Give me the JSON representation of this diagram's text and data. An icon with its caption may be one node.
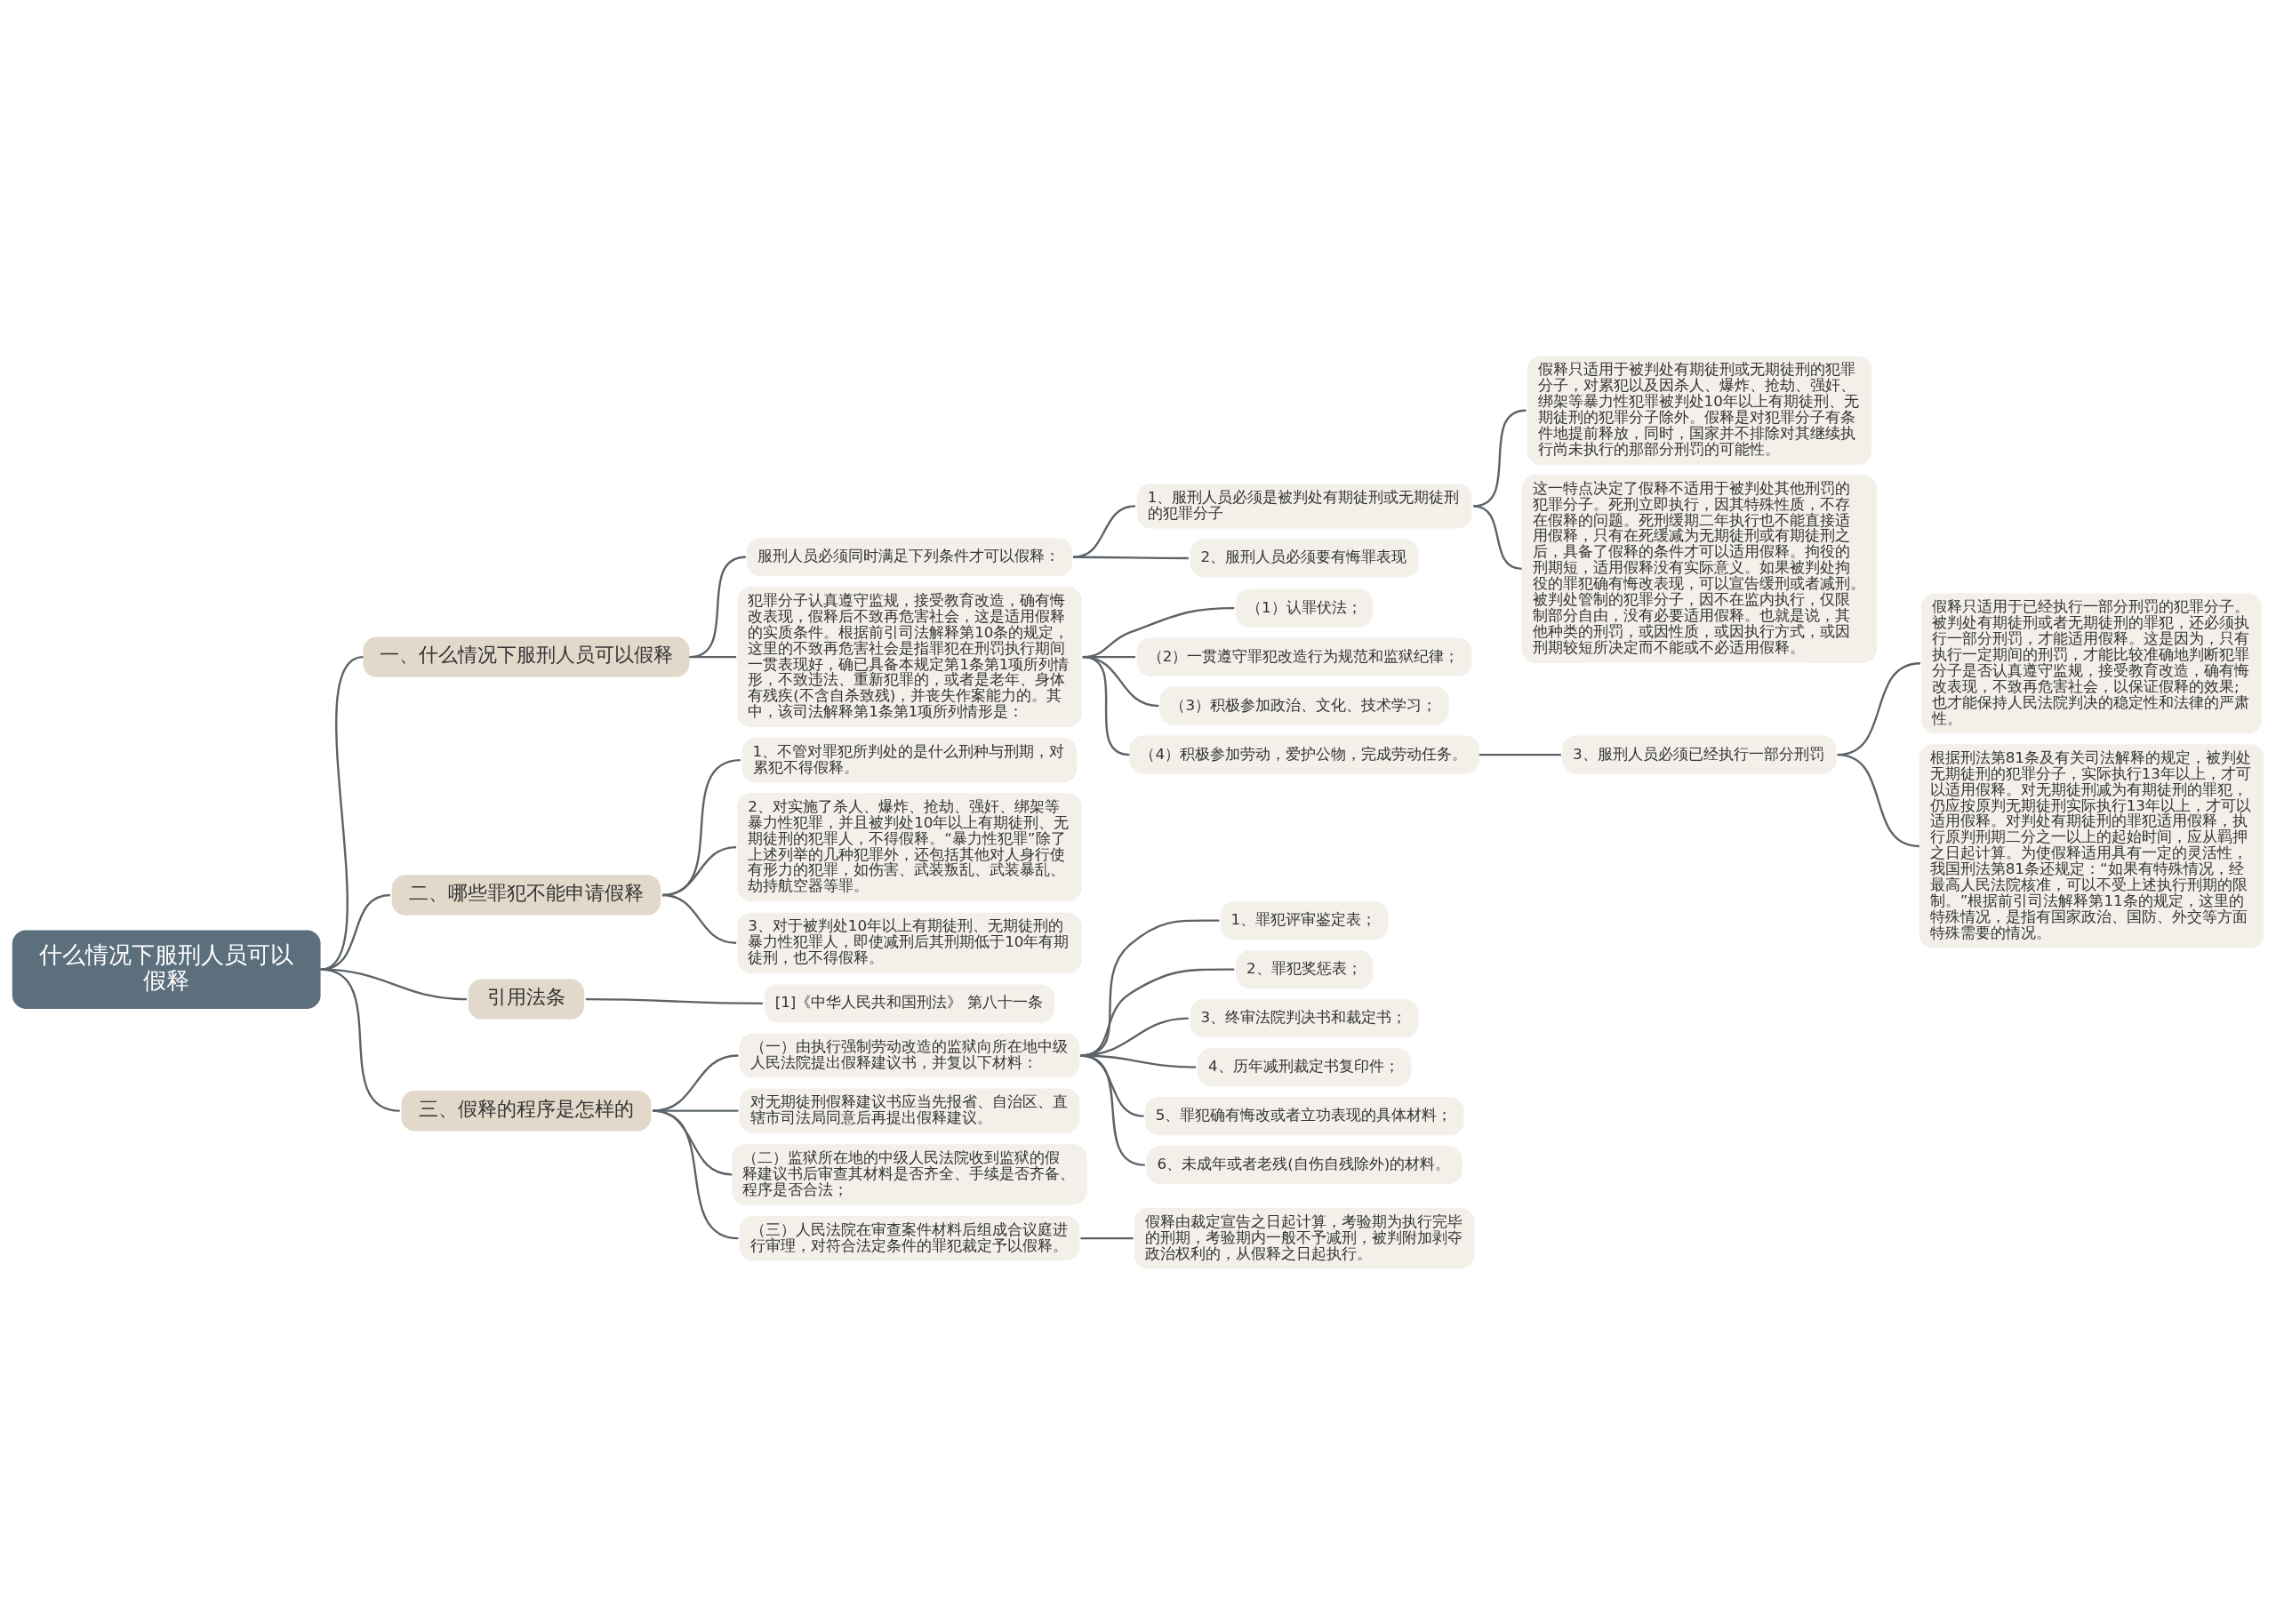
{
  "diagram": {
    "nodes": [
      {
        "text": [
          "什么情况下服刑人员可以假释"
        ]
      },
      {
        "text": [
          "一、什么情况下服刑人员可以假释"
        ]
      },
      {
        "text": [
          "服刑人员必须同时满足下列条件才可以假释："
        ]
      },
      {
        "text": [
          "1、服刑人员必须是被判处有期徒刑或无期徒刑的犯罪分子"
        ]
      },
      {
        "text": [
          "假释只适用于被判处有期徒刑或无期徒刑的犯罪分子，对累犯以及因杀人、爆炸、抢劫、强奸、绑架等暴力性犯罪被判处10年以上有期徒刑、无期徒刑的犯罪分子除外。假释是对犯罪分子有条件地提前释放，同时，国家并不排除对其继续执行尚未执行的那部分刑罚的可能性。"
        ]
      },
      {
        "text": [
          "这一特点决定了假释不适用于被判处其他刑罚的犯罪分子。死刑立即执行，因其特殊性质，不存在假释的问题。死刑缓期二年执行也不能直接适用假释，只有在死缓减为无期徒刑或有期徒刑之后，具备了假释的条件才可以适用假释。拘役的刑期短，适用假释没有实际意义。如果被判处拘役的罪犯确有悔改表现，可以宣告缓刑或者减刑。被判处管制的犯罪分子，因不在监内执行，仅限制部分自由，没有必要适用假释。也就是说，其他种类的刑罚，或因性质，或因执行方式，或因刑期较短所决定而不能或不必适用假释。"
        ]
      },
      {
        "text": [
          "2、服刑人员必须要有悔罪表现"
        ]
      },
      {
        "text": [
          "犯罪分子认真遵守监规，接受教育改造，确有悔改表现，假释后不致再危害社会，这是适用假释的实质条件。根据前引司法解释第10条的规定，这里的不致再危害社会是指罪犯在刑罚执行期间一贯表现好，确已具备本规定第1条第1项所列情形，不致违法、重新犯罪的，或者是老年、身体有残疾(不含自杀致残)，并丧失作案能力的。其中，该司法解释第1条第1项所列情形是："
        ]
      },
      {
        "text": [
          "（1）认罪伏法；"
        ]
      },
      {
        "text": [
          "（2）一贯遵守罪犯改造行为规范和监狱纪律；"
        ]
      },
      {
        "text": [
          "（3）积极参加政治、文化、技术学习；"
        ]
      },
      {
        "text": [
          "（4）积极参加劳动，爱护公物，完成劳动任务。"
        ]
      },
      {
        "text": [
          "3、服刑人员必须已经执行一部分刑罚"
        ]
      },
      {
        "text": [
          "假释只适用于已经执行一部分刑罚的犯罪分子。被判处有期徒刑或者无期徒刑的罪犯，还必须执行一部分刑罚，才能适用假释。这是因为，只有执行一定期间的刑罚，才能比较准确地判断犯罪分子是否认真遵守监规，接受教育改造，确有悔改表现，不致再危害社会，以保证假释的效果;也才能保持人民法院判决的稳定性和法律的严肃性。"
        ]
      },
      {
        "text": [
          "根据刑法第81条及有关司法解释的规定，被判处无期徒刑的犯罪分子，实际执行13年以上，才可以适用假释。对无期徒刑减为有期徒刑的罪犯，仍应按原判无期徒刑实际执行13年以上，才可以适用假释。对判处有期徒刑的罪犯适用假释，执行原判刑期二分之一以上的起始时间，应从羁押之日起计算。为使假释适用具有一定的灵活性，我国刑法第81条还规定：“如果有特殊情况，经最高人民法院核准，可以不受上述执行刑期的限制。”根据前引司法解释第11条的规定，这里的特殊情况，是指有国家政治、国防、外交等方面特殊需要的情况。"
        ]
      },
      {
        "text": [
          "二、哪些罪犯不能申请假释"
        ]
      },
      {
        "text": [
          "1、不管对罪犯所判处的是什么刑种与刑期，对累犯不得假释。"
        ]
      },
      {
        "text": [
          "2、对实施了杀人、爆炸、抢劫、强奸、绑架等暴力性犯罪，并且被判处10年以上有期徒刑、无期徒刑的犯罪人，不得假释。“暴力性犯罪”除了上述列举的几种犯罪外，还包括其他对人身行使有形力的犯罪，如伤害、武装叛乱、武装暴乱、劫持航空器等罪。"
        ]
      },
      {
        "text": [
          "3、对于被判处10年以上有期徒刑、无期徒刑的暴力性犯罪人，即使减刑后其刑期低于10年有期徒刑，也不得假释。"
        ]
      },
      {
        "text": [
          "引用法条"
        ]
      },
      {
        "text": [
          "[1]《中华人民共和国刑法》 第八十一条"
        ]
      },
      {
        "text": [
          "三、假释的程序是怎样的"
        ]
      },
      {
        "text": [
          "（一）由执行强制劳动改造的监狱向所在地中级人民法院提出假释建议书，并复以下材料："
        ]
      },
      {
        "text": [
          "1、罪犯评审鉴定表；"
        ]
      },
      {
        "text": [
          "2、罪犯奖惩表；"
        ]
      },
      {
        "text": [
          "3、终审法院判决书和裁定书；"
        ]
      },
      {
        "text": [
          "4、历年减刑裁定书复印件；"
        ]
      },
      {
        "text": [
          "5、罪犯确有悔改或者立功表现的具体材料；"
        ]
      },
      {
        "text": [
          "6、未成年或者老残(自伤自残除外)的材料。"
        ]
      },
      {
        "text": [
          "对无期徒刑假释建议书应当先报省、自治区、直辖市司法局同意后再提出假释建议。"
        ]
      },
      {
        "text": [
          "（二）监狱所在地的中级人民法院收到监狱的假释建议书后审查其材料是否齐全、手续是否齐备、程序是否合法；"
        ]
      },
      {
        "text": [
          "（三）人民法院在审查案件材料后组成合议庭进行审理，对符合法定条件的罪犯裁定予以假释。"
        ]
      },
      {
        "text": [
          "假释由裁定宣告之日起计算，考验期为执行完毕的刑期，考验期内一般不予减刑，被判附加剥夺政治权利的，从假释之日起执行。"
        ]
      }
    ],
    "edges": [
      {
        "from": 0,
        "to": 1,
        "arrow": "none"
      },
      {
        "from": 1,
        "to": 2,
        "arrow": "none"
      },
      {
        "from": 2,
        "to": 3,
        "arrow": "none"
      },
      {
        "from": 3,
        "to": 4,
        "arrow": "none"
      },
      {
        "from": 3,
        "to": 5,
        "arrow": "none"
      },
      {
        "from": 2,
        "to": 6,
        "arrow": "none"
      },
      {
        "from": 1,
        "to": 7,
        "arrow": "none"
      },
      {
        "from": 7,
        "to": 8,
        "arrow": "none"
      },
      {
        "from": 7,
        "to": 9,
        "arrow": "none"
      },
      {
        "from": 7,
        "to": 10,
        "arrow": "none"
      },
      {
        "from": 7,
        "to": 11,
        "arrow": "none"
      },
      {
        "from": 11,
        "to": 12,
        "arrow": "none"
      },
      {
        "from": 12,
        "to": 13,
        "arrow": "none"
      },
      {
        "from": 12,
        "to": 14,
        "arrow": "none"
      },
      {
        "from": 0,
        "to": 15,
        "arrow": "none"
      },
      {
        "from": 15,
        "to": 16,
        "arrow": "none"
      },
      {
        "from": 15,
        "to": 17,
        "arrow": "none"
      },
      {
        "from": 15,
        "to": 18,
        "arrow": "none"
      },
      {
        "from": 0,
        "to": 19,
        "arrow": "none"
      },
      {
        "from": 19,
        "to": 20,
        "arrow": "none"
      },
      {
        "from": 0,
        "to": 21,
        "arrow": "none"
      },
      {
        "from": 21,
        "to": 22,
        "arrow": "none"
      },
      {
        "from": 22,
        "to": 23,
        "arrow": "none"
      },
      {
        "from": 22,
        "to": 24,
        "arrow": "none"
      },
      {
        "from": 22,
        "to": 25,
        "arrow": "none"
      },
      {
        "from": 22,
        "to": 26,
        "arrow": "none"
      },
      {
        "from": 22,
        "to": 27,
        "arrow": "none"
      },
      {
        "from": 22,
        "to": 28,
        "arrow": "none"
      },
      {
        "from": 21,
        "to": 29,
        "arrow": "none"
      },
      {
        "from": 21,
        "to": 30,
        "arrow": "none"
      },
      {
        "from": 21,
        "to": 31,
        "arrow": "none"
      },
      {
        "from": 31,
        "to": 32,
        "arrow": "none"
      }
    ]
  }
}
